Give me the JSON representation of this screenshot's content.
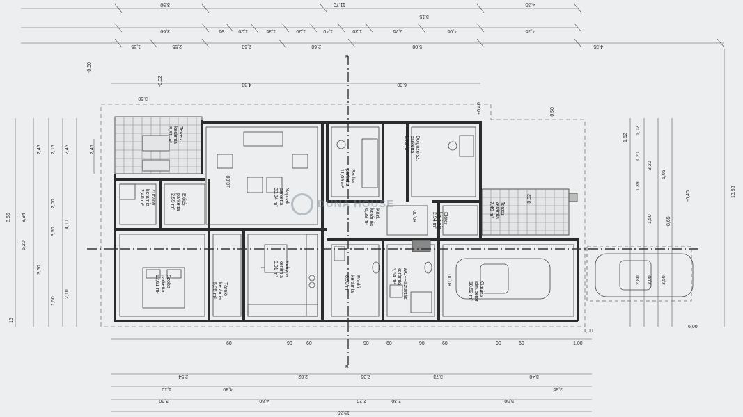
{
  "rooms": [
    {
      "name": "Terasz",
      "floor": "kerámia",
      "area": "9,91 m²"
    },
    {
      "name": "Nappali",
      "floor": "parketta",
      "area": "33,04 m²"
    },
    {
      "name": "Szoba",
      "floor": "parketta",
      "area": "11,09 m²"
    },
    {
      "name": "Dolgozó sz.",
      "floor": "parketta",
      "area": "8,79 m²"
    },
    {
      "name": "Zuhany",
      "floor": "kerámia",
      "area": "2,40 m²"
    },
    {
      "name": "Előtér",
      "floor": "parketta",
      "area": "2,59 m²"
    },
    {
      "name": "Közl.",
      "floor": "kerámia",
      "area": "6,29 m²"
    },
    {
      "name": "Előtér",
      "floor": "kerámia",
      "area": "2,94 m²"
    },
    {
      "name": "Terasz",
      "floor": "kerámia",
      "area": "7,49 m²"
    },
    {
      "name": "Szoba",
      "floor": "parketta",
      "area": "12,61 m²"
    },
    {
      "name": "Tároló",
      "floor": "kerámia",
      "area": "5,25 m²"
    },
    {
      "name": "Konyha",
      "floor": "kerámia",
      "area": "9,91 m²"
    },
    {
      "name": "Fürdő",
      "floor": "kerámia",
      "area": "6,93 m²"
    },
    {
      "name": "WC+Háztartási",
      "floor": "kerámia",
      "area": "5,64 m²"
    },
    {
      "name": "Garázs",
      "floor": "sim.beton",
      "area": "18,52 m²"
    }
  ],
  "top_dims": {
    "row1": [
      "3,90",
      "11,70",
      "3,15",
      "4,35"
    ],
    "row2": [
      "3,60",
      "95",
      "1,20",
      "1,35",
      "1,20",
      "1,40",
      "1,20",
      "2,75",
      "4,05",
      "4,35"
    ],
    "row3": [
      "1,55",
      "2,55",
      "2,60",
      "2,60",
      "5,00",
      "4,35"
    ],
    "row4": [
      "3,60",
      "4,80",
      "6,00"
    ]
  },
  "bottom_dims": {
    "row1": [
      "60",
      "90",
      "60",
      "90",
      "60",
      "90",
      "60",
      "90",
      "60",
      "1,00",
      "1,00"
    ],
    "row2": [
      "2,54",
      "2,82",
      "2,36",
      "3,73",
      "3,40"
    ],
    "row3": [
      "5,10",
      "4,80",
      "3,95"
    ],
    "row4": [
      "3,60",
      "4,80",
      "2,20",
      "2,30",
      "5,50"
    ],
    "total": "19,35"
  },
  "left_dims": [
    "8,65",
    "8,94",
    "6,20",
    "3,50",
    "1,50",
    "2,45",
    "2,15",
    "2,45",
    "2,00",
    "3,50",
    "4,10",
    "2,10",
    "15"
  ],
  "right_dims": [
    "1,62",
    "1,02",
    "1,20",
    "1,39",
    "1,50",
    "3,20",
    "5,05",
    "8,65",
    "2,80",
    "3,00",
    "3,50",
    "6,00",
    "13,98"
  ],
  "section_label": "B",
  "small_labels": [
    "±0,00",
    "-0,02",
    "-0,40",
    "-0,50",
    "+0,40"
  ],
  "watermark": "DUNA HOUSE"
}
